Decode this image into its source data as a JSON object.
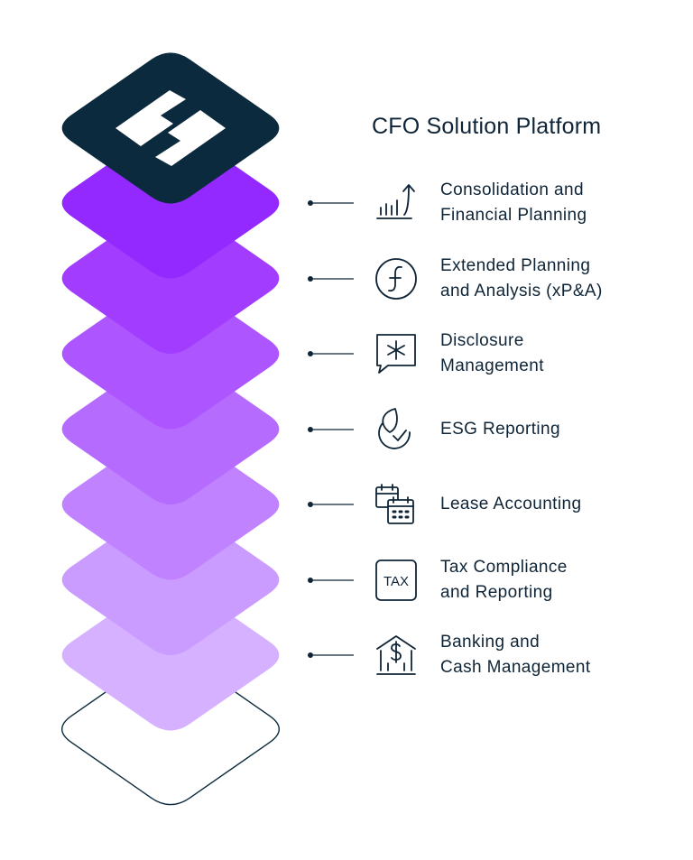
{
  "colors": {
    "navy": "#0c2a3d",
    "text": "#0f2537",
    "layers": [
      "#9429ff",
      "#a23dff",
      "#ad55ff",
      "#b66bff",
      "#c082ff",
      "#cb9cff",
      "#d5b1ff"
    ],
    "outline": "#0c2a3d"
  },
  "title": "CFO Solution Platform",
  "items": [
    {
      "lines": [
        "Consolidation and",
        "Financial Planning"
      ],
      "icon": "growth-chart-icon"
    },
    {
      "lines": [
        "Extended Planning",
        "and Analysis (xP&A)"
      ],
      "icon": "function-icon"
    },
    {
      "lines": [
        "Disclosure",
        "Management"
      ],
      "icon": "asterisk-speech-bubble-icon"
    },
    {
      "lines": [
        "ESG Reporting"
      ],
      "icon": "leaf-check-icon"
    },
    {
      "lines": [
        "Lease Accounting"
      ],
      "icon": "calendar-icon"
    },
    {
      "lines": [
        "Tax Compliance",
        "and Reporting"
      ],
      "icon": "tax-icon"
    },
    {
      "lines": [
        "Banking and",
        "Cash Management"
      ],
      "icon": "bank-icon"
    }
  ]
}
